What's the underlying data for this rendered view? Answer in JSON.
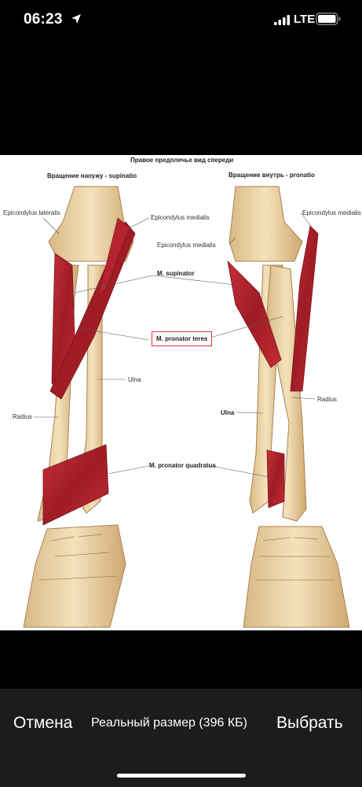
{
  "status_bar": {
    "time": "06:23",
    "network": "LTE",
    "location_icon": "location-arrow-icon",
    "signal_icon": "signal-bars-icon",
    "battery_icon": "battery-icon"
  },
  "image": {
    "title": "Правое предплечье вид спереди",
    "left_heading": "Вращение наоужу - supinatio",
    "right_heading": "Вращение внутрь - pronatio",
    "labels": {
      "epicondylus_lateralis": "Epicondylus lateralis",
      "epicondylus_medialis_left": "Epicondylus medialis",
      "epicondylus_medialis_mid": "Epicondylus medialis",
      "epicondylus_medialis_right": "Epicondylus medialis",
      "m_supinator": "M. supinator",
      "m_pronator_teres": "M. pronator teres",
      "ulna_left": "Ulna",
      "radius_left": "Radius",
      "radius_right": "Radius",
      "ulna_right": "Ulna",
      "m_pronator_quadratus": "M. pronator quadratus"
    },
    "colors": {
      "bone": "#efd6a6",
      "muscle": "#b3232c",
      "highlight_box": "#dd3333"
    }
  },
  "toolbar": {
    "cancel_label": "Отмена",
    "real_size_label": "Реальный размер (396 КБ)",
    "select_label": "Выбрать"
  }
}
